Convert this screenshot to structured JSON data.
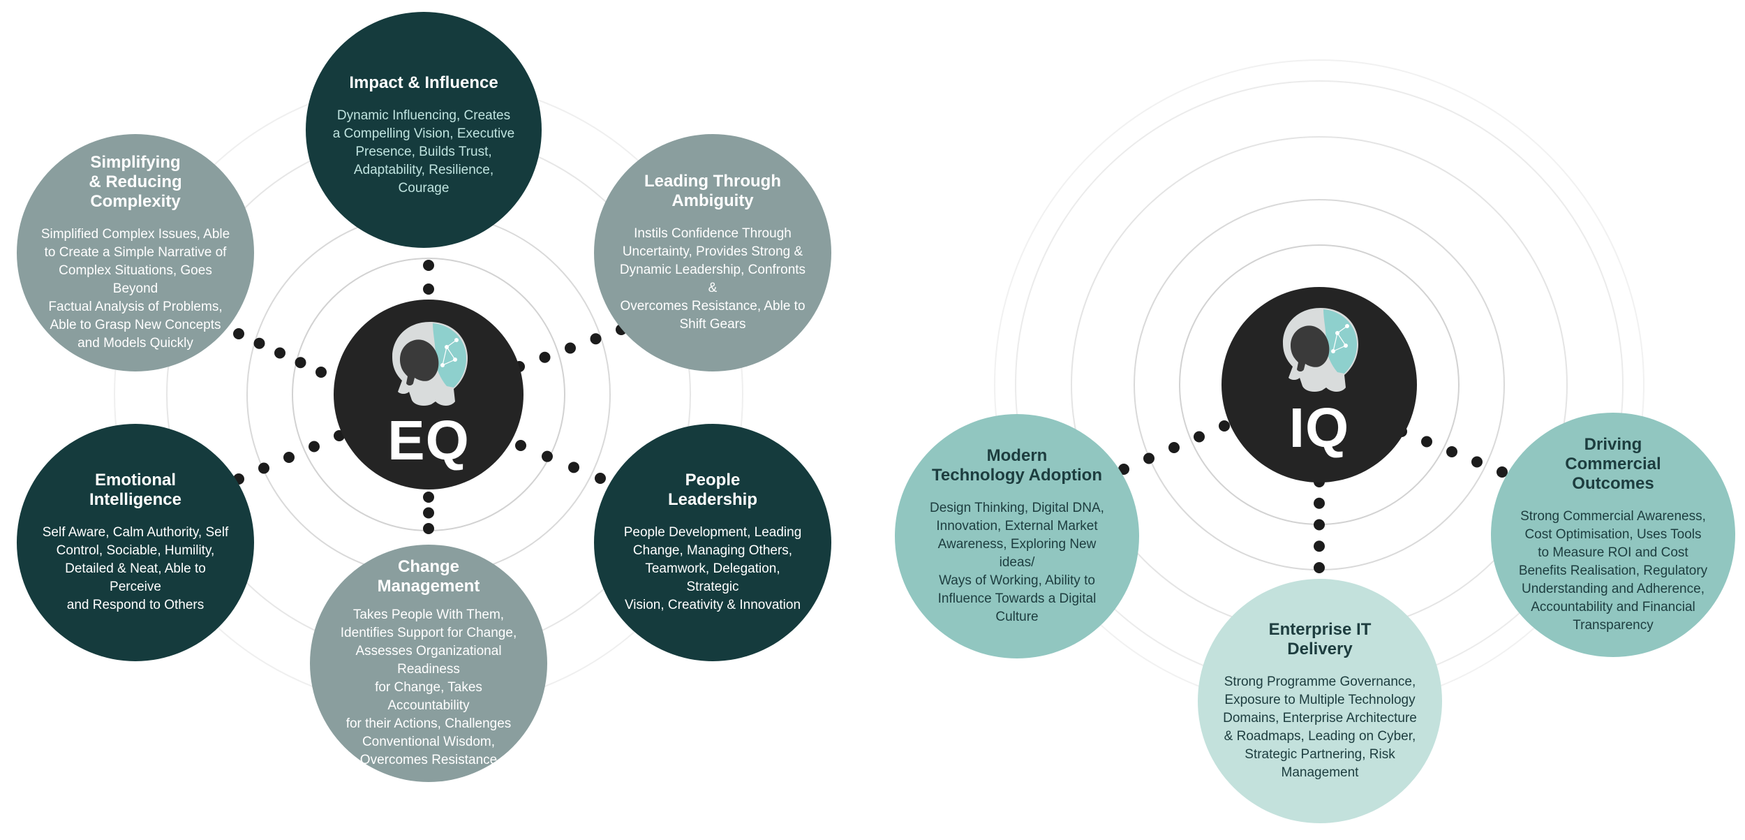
{
  "colors": {
    "dark_teal": "#153b3d",
    "gray_teal": "#8a9e9e",
    "mint": "#91c6c0",
    "light_mint": "#c3e1dc",
    "hub": "#242424",
    "light_text": "#bfe3df",
    "dark_text": "#1d3d3f",
    "ring": "#d2d2d2",
    "dot": "#1c1c1c"
  },
  "eq": {
    "hub_label": "EQ",
    "hub_icon": "head-silhouette-icon",
    "nodes": {
      "impact": {
        "title": "Impact & Influence",
        "desc": "Dynamic Influencing, Creates\na Compelling Vision, Executive\nPresence, Builds Trust,\nAdaptability, Resilience, Courage"
      },
      "simplifying": {
        "title": "Simplifying\n& Reducing\nComplexity",
        "desc": "Simplified Complex Issues, Able\nto Create a Simple Narrative of\nComplex Situations, Goes Beyond\nFactual Analysis of Problems,\nAble to Grasp New Concepts\nand Models Quickly"
      },
      "ambiguity": {
        "title": "Leading Through\nAmbiguity",
        "desc": "Instils Confidence Through\nUncertainty, Provides Strong &\nDynamic Leadership, Confronts &\nOvercomes Resistance, Able to\nShift Gears"
      },
      "emotional": {
        "title": "Emotional\nIntelligence",
        "desc": "Self Aware, Calm Authority, Self\nControl, Sociable, Humility,\nDetailed & Neat, Able to Perceive\nand Respond to Others"
      },
      "people": {
        "title": "People\nLeadership",
        "desc": "People Development, Leading\nChange, Managing Others,\nTeamwork, Delegation, Strategic\nVision, Creativity & Innovation"
      },
      "change": {
        "title": "Change\nManagement",
        "desc": "Takes People With Them,\nIdentifies Support for Change,\nAssesses Organizational Readiness\nfor Change, Takes Accountability\nfor their Actions, Challenges\nConventional Wisdom,\nOvercomes Resistance"
      }
    }
  },
  "iq": {
    "hub_label": "IQ",
    "hub_icon": "head-silhouette-icon",
    "nodes": {
      "modern": {
        "title": "Modern\nTechnology Adoption",
        "desc": "Design Thinking, Digital DNA,\nInnovation, External Market\nAwareness, Exploring New ideas/\nWays of Working, Ability to\nInfluence Towards a Digital\nCulture"
      },
      "enterprise": {
        "title": "Enterprise IT\nDelivery",
        "desc": "Strong Programme Governance,\nExposure to Multiple Technology\nDomains, Enterprise Architecture\n& Roadmaps, Leading on Cyber,\nStrategic Partnering, Risk\nManagement"
      },
      "commercial": {
        "title": "Driving\nCommercial\nOutcomes",
        "desc": "Strong Commercial Awareness,\nCost Optimisation, Uses Tools\nto Measure ROI and Cost\nBenefits Realisation, Regulatory\nUnderstanding and Adherence,\nAccountability and Financial\nTransparency"
      }
    }
  }
}
